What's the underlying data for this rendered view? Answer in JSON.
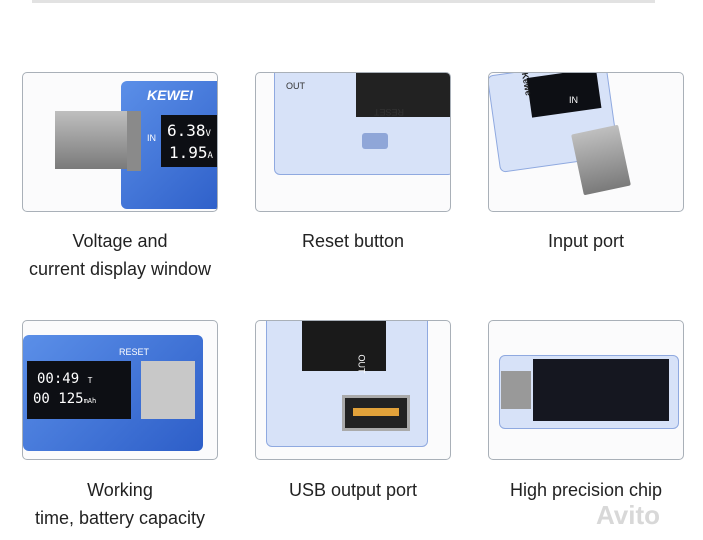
{
  "features": [
    {
      "caption_line1": "Voltage and",
      "caption_line2": "current display window",
      "display": {
        "voltage": "6.38",
        "voltage_unit": "V",
        "current": "1.95",
        "current_unit": "A",
        "brand": "KEWEI",
        "port_label": "IN"
      }
    },
    {
      "caption_line1": "Reset button",
      "caption_line2": "",
      "display": {
        "label": "RESET",
        "port_label": "OUT"
      }
    },
    {
      "caption_line1": "Input port",
      "caption_line2": "",
      "display": {
        "brand": "Kewe",
        "port_label": "IN"
      }
    },
    {
      "caption_line1": "Working",
      "caption_line2": "time, battery capacity",
      "display": {
        "time": "00:49",
        "time_unit": "T",
        "capacity": "00 125",
        "capacity_unit": "mAh",
        "label": "RESET"
      }
    },
    {
      "caption_line1": "USB output port",
      "caption_line2": "",
      "display": {
        "port_label": "OUT"
      }
    },
    {
      "caption_line1": "High precision chip",
      "caption_line2": ""
    }
  ],
  "watermark": "Avito"
}
